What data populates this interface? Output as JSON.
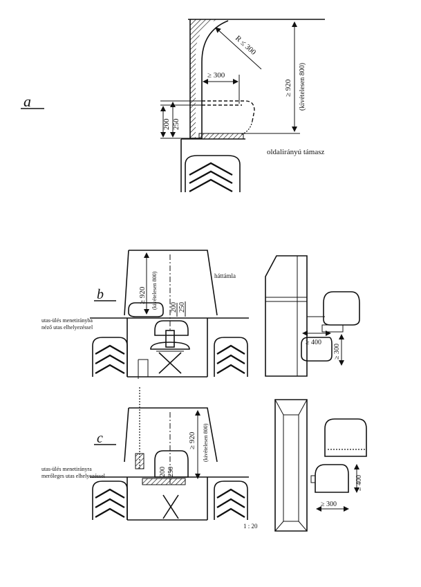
{
  "figure_a": {
    "letter": "a",
    "radius_label": "R ≤ 300",
    "width_label": "≥ 300",
    "height_main": "≥ 920",
    "height_exception": "(kivételesen 800)",
    "dim_200": "200",
    "dim_250": "250",
    "caption": "oldalirányú támasz"
  },
  "figure_b": {
    "letter": "b",
    "height_main": "≥ 920",
    "height_exception": "(kivételesen 800)",
    "dim_200": "200",
    "dim_250": "250",
    "backrest_label": "háttámla",
    "side_dim_400": "≥ 400",
    "side_dim_300": "≥ 300",
    "caption_line1": "utas-ülés menetirányba",
    "caption_line2": "néző utas elhelyezéssel"
  },
  "figure_c": {
    "letter": "c",
    "height_main": "≥ 920",
    "height_exception": "(kivételesen 800)",
    "dim_200": "200",
    "dim_250": "250",
    "side_dim_400": "≥ 400",
    "side_dim_300": "≥ 300",
    "caption_line1": "utas-ülés menetirányra",
    "caption_line2": "merőleges utas elhelyezéssel"
  },
  "scale": "1 : 20"
}
